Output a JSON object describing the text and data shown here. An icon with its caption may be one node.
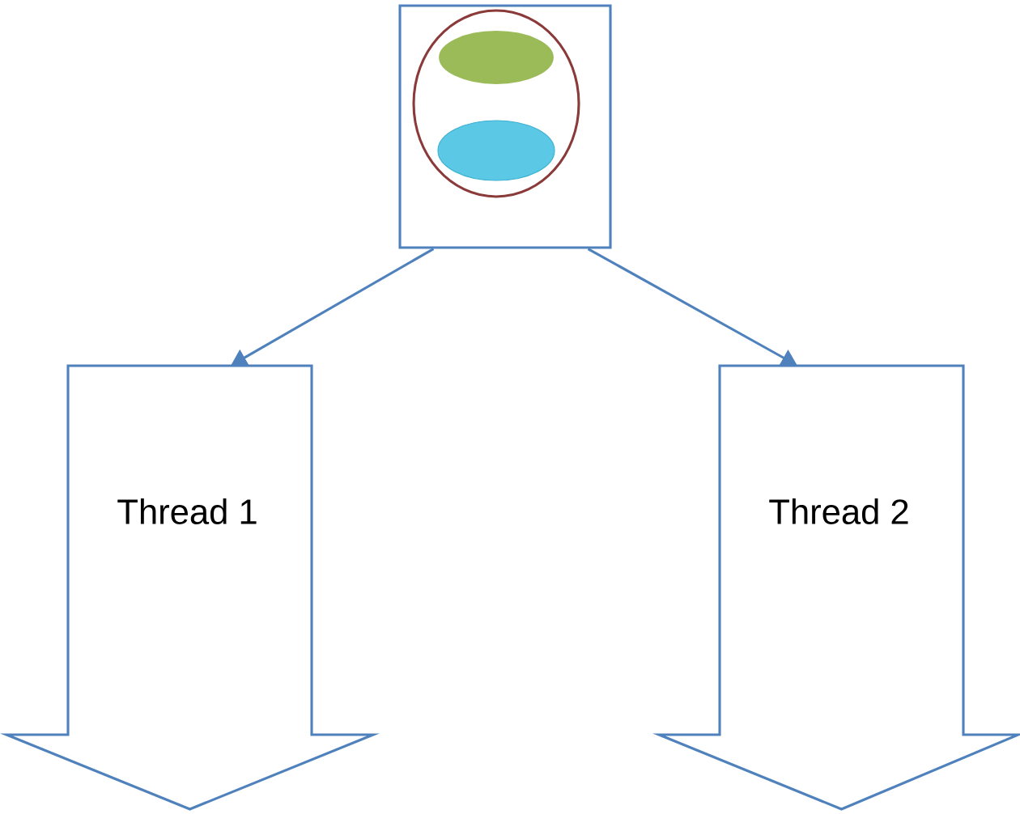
{
  "diagram": {
    "nodes": [
      {
        "text": [],
        "shape": "box"
      },
      {
        "text": [],
        "shape": "ellipse",
        "in": 0
      },
      {
        "text": [],
        "shape": "ellipse",
        "in": 1
      },
      {
        "text": [],
        "shape": "ellipse",
        "in": 1
      },
      {
        "text": [
          "Thread 1"
        ]
      },
      {
        "text": [
          "Thread 2"
        ]
      }
    ],
    "edges": [
      {
        "from": 0,
        "to": 4,
        "arrow": "to"
      },
      {
        "from": 0,
        "to": 5,
        "arrow": "to"
      }
    ]
  }
}
